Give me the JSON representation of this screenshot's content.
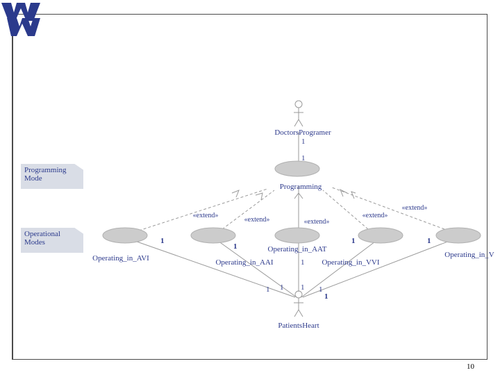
{
  "side_labels": {
    "programming_mode": "Programming Mode",
    "operational_modes": "Operational Modes"
  },
  "actors": {
    "programmer": "DoctorsProgramer",
    "heart": "PatientsHeart"
  },
  "use_cases": {
    "programming": "Programming",
    "avi": "Operating_in_AVI",
    "aai": "Operating_in_AAI",
    "aat": "Operating_in_AAT",
    "vvi": "Operating_in_VVI",
    "v": "Operating_in_V"
  },
  "stereotypes": {
    "extend": "«extend»"
  },
  "multiplicity": "1",
  "page_number": "10",
  "colors": {
    "text": "#2d3a8c",
    "ellipse_fill": "#cccccc",
    "logo": "#2b3a8c"
  }
}
